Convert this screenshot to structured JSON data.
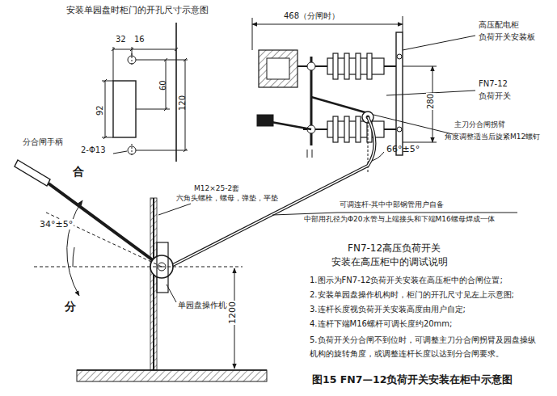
{
  "diagram": {
    "caption": "图15 FN7—12负荷开关安装在柜中示意图",
    "labels": [
      "安装单园盘时柜门的开孔尺寸示意图",
      "32",
      "16",
      "60",
      "120",
      "92",
      "2-Φ13",
      "468（分闸时）",
      "高压配电柜",
      "负荷开关安装板",
      "FN7-12",
      "负荷开关",
      "280",
      "主刀分合闸拐臂",
      "角度调整适当后旋紧M12螺钉",
      "66°±5°",
      "分合闸手柄",
      "合",
      "M12×25-2套",
      "六角头螺栓，螺母，弹垫，平垫",
      "34°±5°",
      "可调连杆-其中中部钢管用户自备",
      "中部用孔径为Φ20水管与上端接头和下端M16螺母焊成一体",
      "单园盘操作机构",
      "1200",
      "分",
      "FN7-12高压负荷开关",
      "安装在高压柜中的调试说明",
      "1.图示为FN7-12负荷开关安装在高压柜中的合闸位置;",
      "2.安装单园盘操作机构时，柜门的开孔尺寸见左上示意图;",
      "3.连杆长度视负荷开关安装高度由用户自定;",
      "4.连杆下端M16螺杆可调长度约20mm;",
      "5.负荷开关分合闸不到位时，可调整主刀分合闸拐臂及园盘操纵机构的旋转角度，或调整连杆长度以达到分合闸要求。"
    ]
  }
}
